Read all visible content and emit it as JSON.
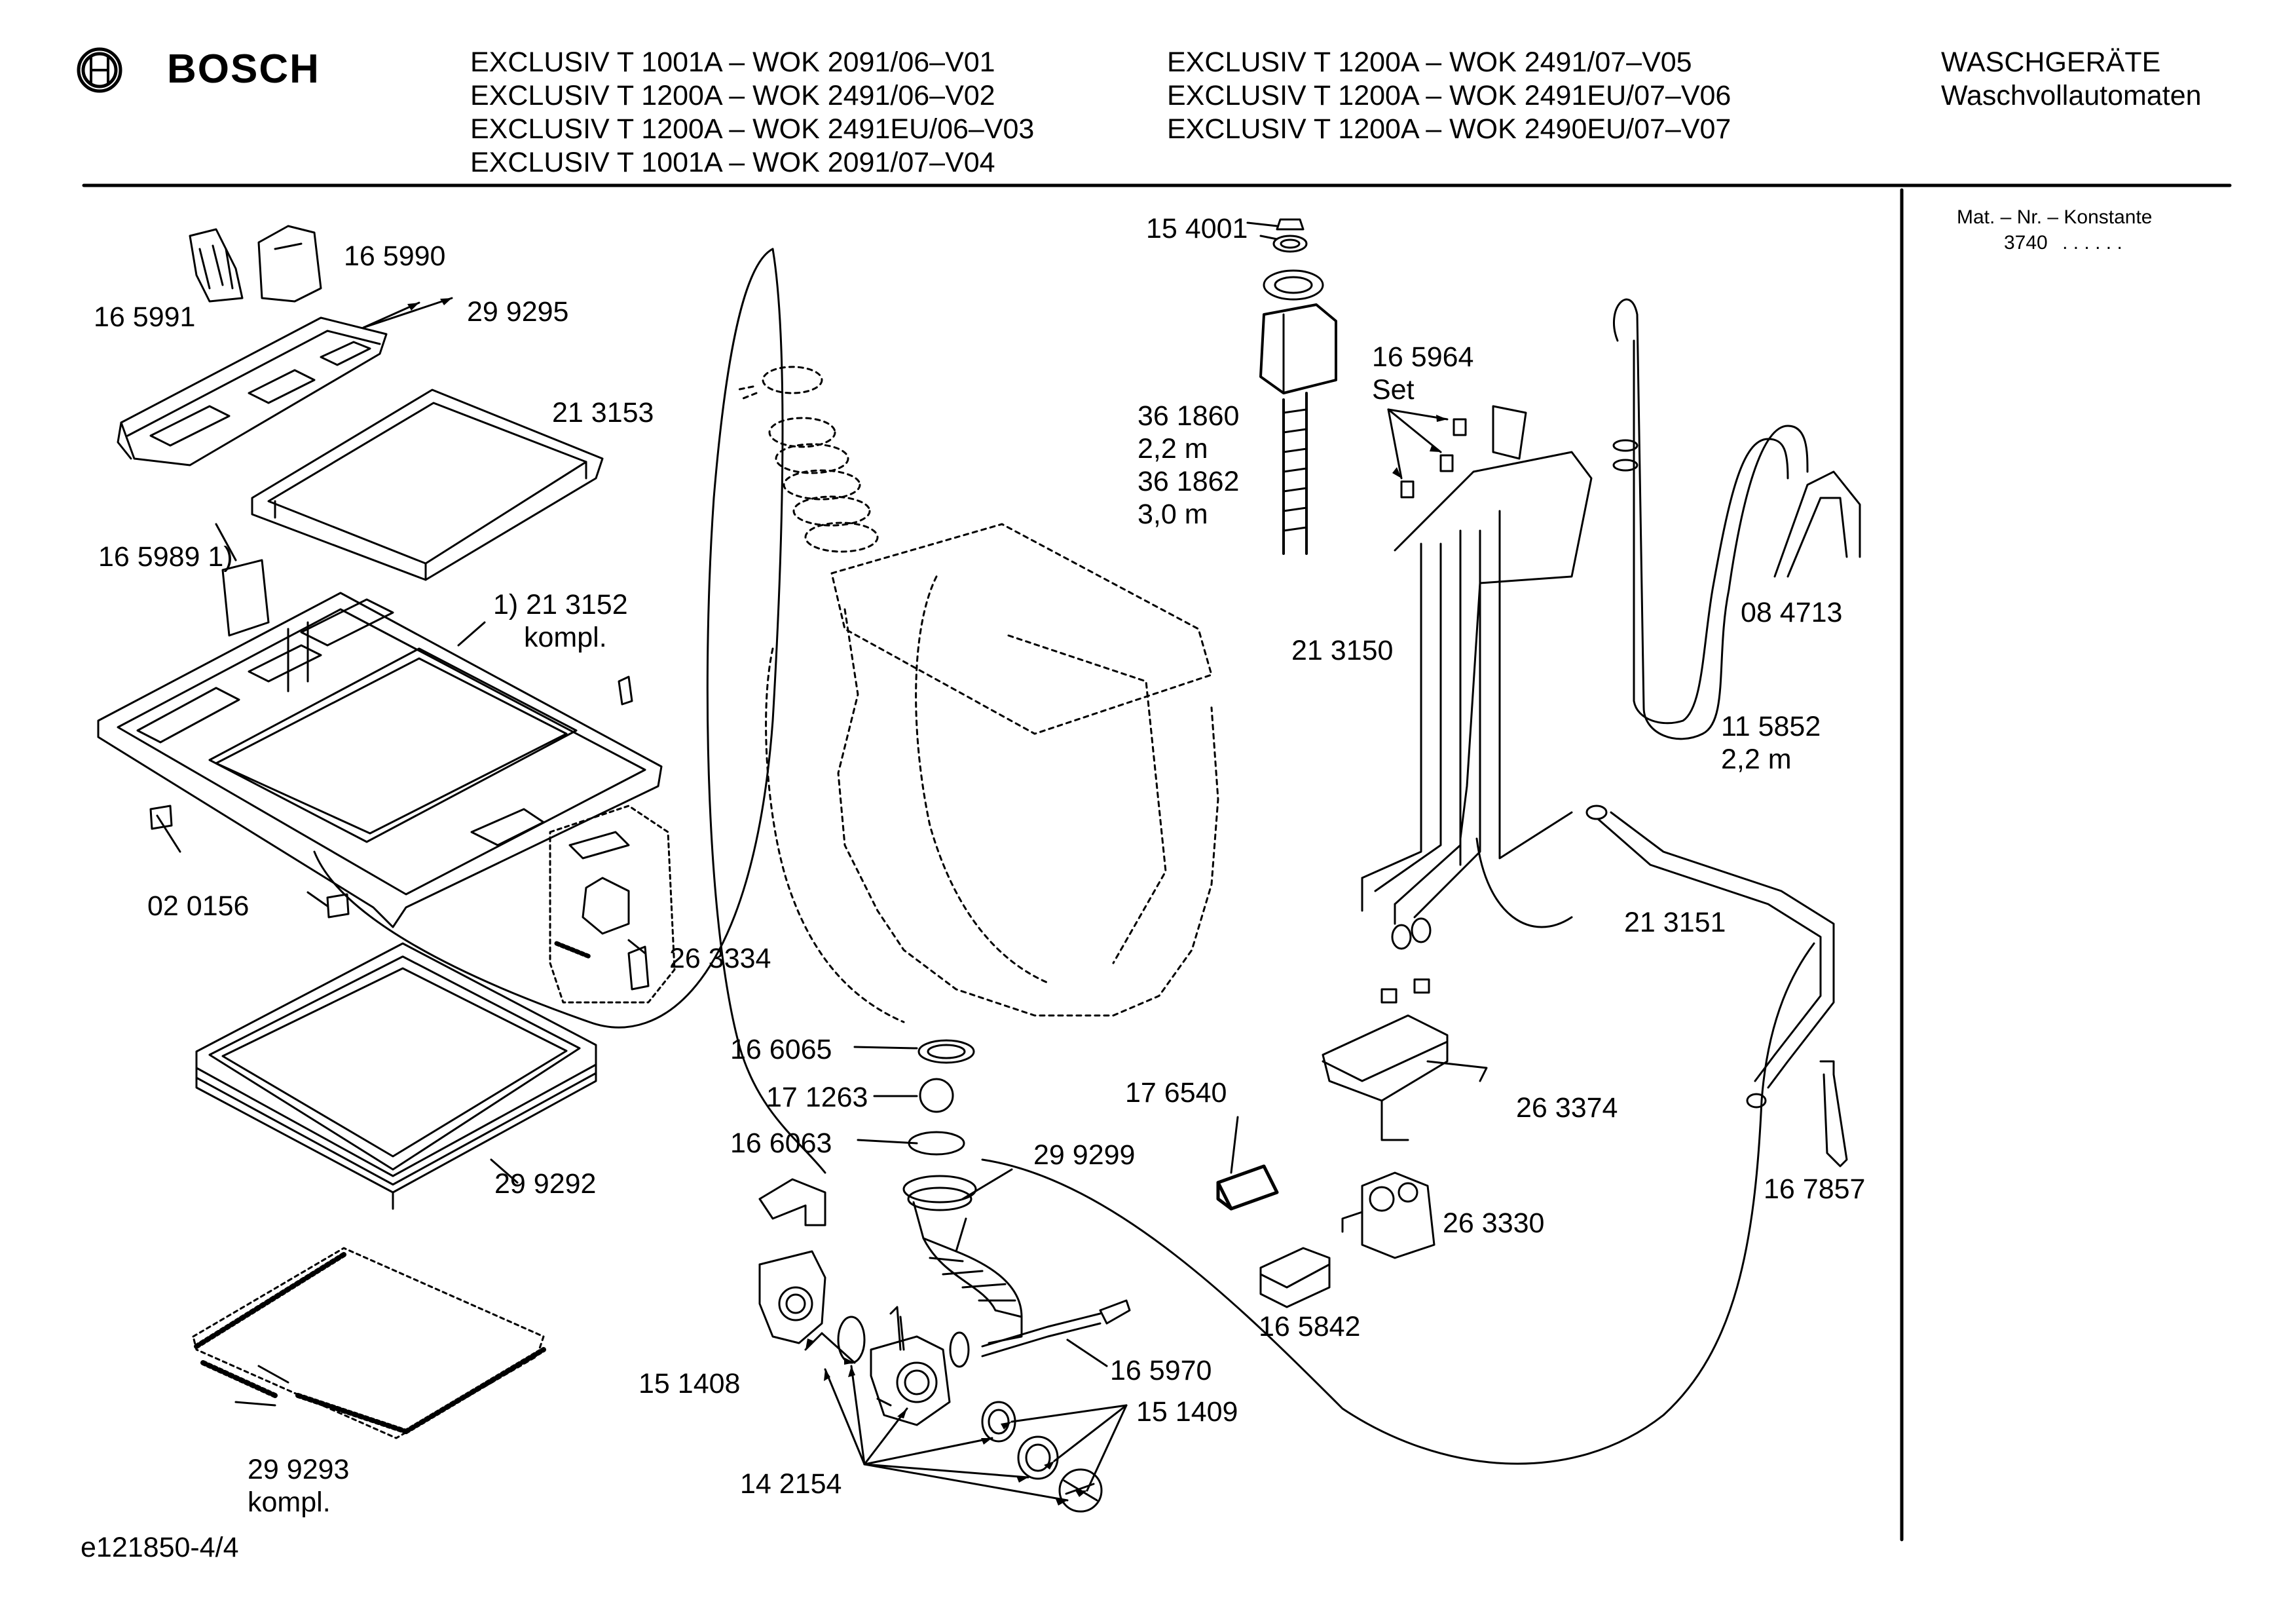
{
  "header": {
    "brand": "BOSCH",
    "models_col1": [
      "EXCLUSIV T 1001A – WOK 2091/06–V01",
      "EXCLUSIV T 1200A – WOK 2491/06–V02",
      "EXCLUSIV T 1200A – WOK 2491EU/06–V03",
      "EXCLUSIV T 1001A – WOK 2091/07–V04"
    ],
    "models_col2": [
      "EXCLUSIV T 1200A – WOK 2491/07–V05",
      "EXCLUSIV T 1200A – WOK 2491EU/07–V06",
      "EXCLUSIV T 1200A – WOK 2490EU/07–V07"
    ],
    "category": "WASCHGERÄTE",
    "subcategory": "Waschvollautomaten"
  },
  "side_panel": {
    "title": "Mat. – Nr. – Konstante",
    "value": "3740",
    "dots": ". .   . . . ."
  },
  "footer": {
    "drawing_id": "e121850-4/4"
  },
  "parts": [
    {
      "id": "p165990",
      "text": "16 5990"
    },
    {
      "id": "p165991",
      "text": "16 5991"
    },
    {
      "id": "p299295",
      "text": "29 9295"
    },
    {
      "id": "p213153",
      "text": "21 3153"
    },
    {
      "id": "p165989",
      "text": "16 5989 1)"
    },
    {
      "id": "p213152a",
      "text": "1) 21 3152"
    },
    {
      "id": "p213152b",
      "text": "kompl."
    },
    {
      "id": "p020156",
      "text": "02 0156"
    },
    {
      "id": "p263334",
      "text": "26 3334"
    },
    {
      "id": "p299292",
      "text": "29 9292"
    },
    {
      "id": "p299293a",
      "text": "29 9293"
    },
    {
      "id": "p299293b",
      "text": "kompl."
    },
    {
      "id": "p154001",
      "text": "15 4001"
    },
    {
      "id": "p361860",
      "text": "36 1860"
    },
    {
      "id": "p22m_a",
      "text": "2,2 m"
    },
    {
      "id": "p361862",
      "text": "36 1862"
    },
    {
      "id": "p30m",
      "text": "3,0 m"
    },
    {
      "id": "p165964",
      "text": "16 5964"
    },
    {
      "id": "pset",
      "text": "Set"
    },
    {
      "id": "p213150",
      "text": "21 3150"
    },
    {
      "id": "p084713",
      "text": "08 4713"
    },
    {
      "id": "p115852",
      "text": "11 5852"
    },
    {
      "id": "p22m_b",
      "text": "2,2 m"
    },
    {
      "id": "p213151",
      "text": "21 3151"
    },
    {
      "id": "p166065",
      "text": "16 6065"
    },
    {
      "id": "p171263",
      "text": "17 1263"
    },
    {
      "id": "p166063",
      "text": "16 6063"
    },
    {
      "id": "p299299",
      "text": "29 9299"
    },
    {
      "id": "p176540",
      "text": "17 6540"
    },
    {
      "id": "p263374",
      "text": "26 3374"
    },
    {
      "id": "p167857",
      "text": "16 7857"
    },
    {
      "id": "p263330",
      "text": "26 3330"
    },
    {
      "id": "p165842",
      "text": "16 5842"
    },
    {
      "id": "p165970",
      "text": "16 5970"
    },
    {
      "id": "p151408",
      "text": "15 1408"
    },
    {
      "id": "p151409",
      "text": "15 1409"
    },
    {
      "id": "p142154",
      "text": "14 2154"
    }
  ]
}
